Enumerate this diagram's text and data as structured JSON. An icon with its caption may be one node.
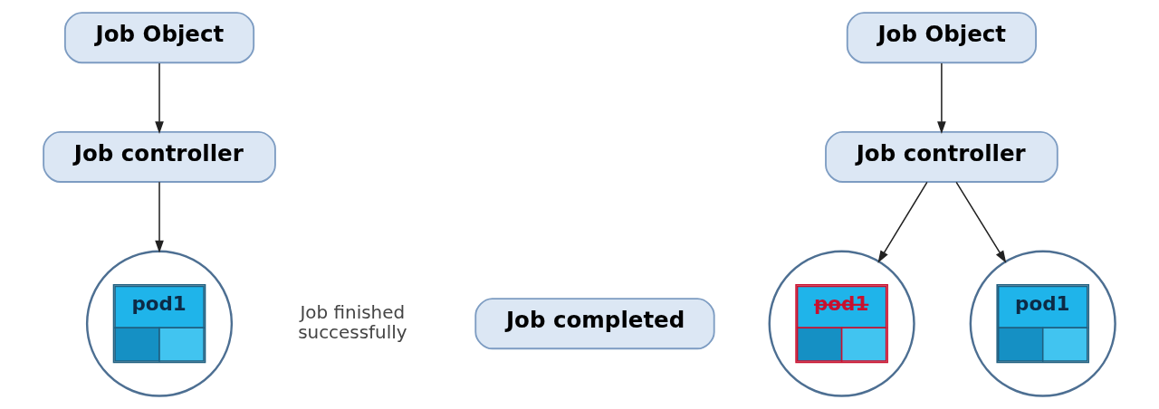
{
  "diagram": {
    "nodes": [
      {
        "text": [
          "Job Object"
        ]
      },
      {
        "text": [
          "Job controller"
        ]
      },
      {
        "text": [
          "pod1"
        ],
        "beside": [
          "Job finished successfully"
        ]
      },
      {
        "text": [
          "Job completed"
        ]
      },
      {
        "text": [
          "Job Object"
        ]
      },
      {
        "text": [
          "Job controller"
        ]
      },
      {
        "text": [
          "pod1"
        ]
      },
      {
        "text": [
          "pod1"
        ]
      }
    ],
    "edges": [
      {
        "from": 0,
        "to": 1,
        "arrow": "to"
      },
      {
        "from": 1,
        "to": 2,
        "arrow": "to"
      },
      {
        "from": 4,
        "to": 5,
        "arrow": "to"
      },
      {
        "from": 5,
        "to": 6,
        "arrow": "to"
      },
      {
        "from": 5,
        "to": 7,
        "arrow": "to"
      }
    ]
  }
}
